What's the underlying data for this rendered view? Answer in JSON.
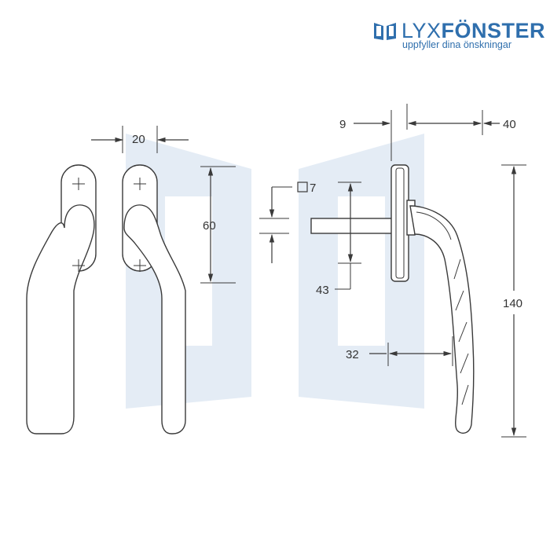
{
  "brand": {
    "name_regular": "LYX",
    "name_bold": "FÖNSTER",
    "tagline": "uppfyller dina önskningar",
    "color": "#2f6fad"
  },
  "dimensions": {
    "width_20": "20",
    "height_60": "60",
    "spindle_square": "7",
    "spindle_length_43": "43",
    "rose_thickness_9": "9",
    "projection_40": "40",
    "total_height_140": "140",
    "grip_depth_32": "32"
  },
  "icons": {
    "logo": "window-frame-icon",
    "square_symbol": "square-icon"
  },
  "watermark_color": "#e4ecf5"
}
